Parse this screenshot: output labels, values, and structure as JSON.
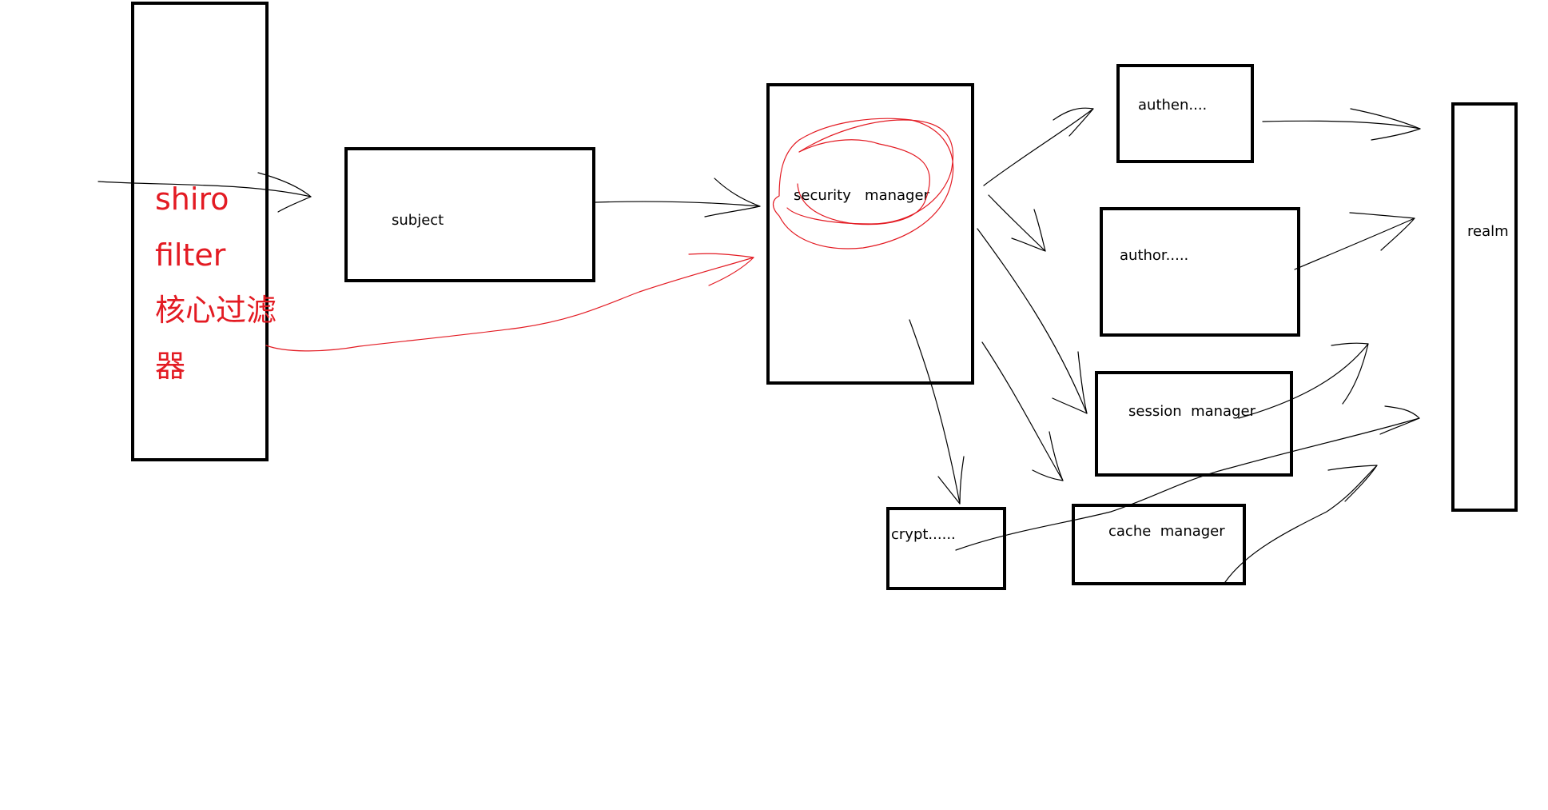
{
  "colors": {
    "box_stroke": "#000000",
    "arrow_ink": "#000000",
    "highlight_ink": "#e31b23",
    "background": "#ffffff"
  },
  "nodes": {
    "shiro_filter": {
      "lines": [
        "shiro",
        "filter",
        "核心过滤",
        "器"
      ]
    },
    "subject": {
      "label": "subject"
    },
    "security_manager": {
      "label": "security   manager"
    },
    "authen": {
      "label": "authen...."
    },
    "author": {
      "label": "author....."
    },
    "session_manager": {
      "label": "session  manager"
    },
    "crypt": {
      "label": "crypt......"
    },
    "cache_manager": {
      "label": "cache  manager"
    },
    "realm": {
      "label": "realm"
    }
  }
}
